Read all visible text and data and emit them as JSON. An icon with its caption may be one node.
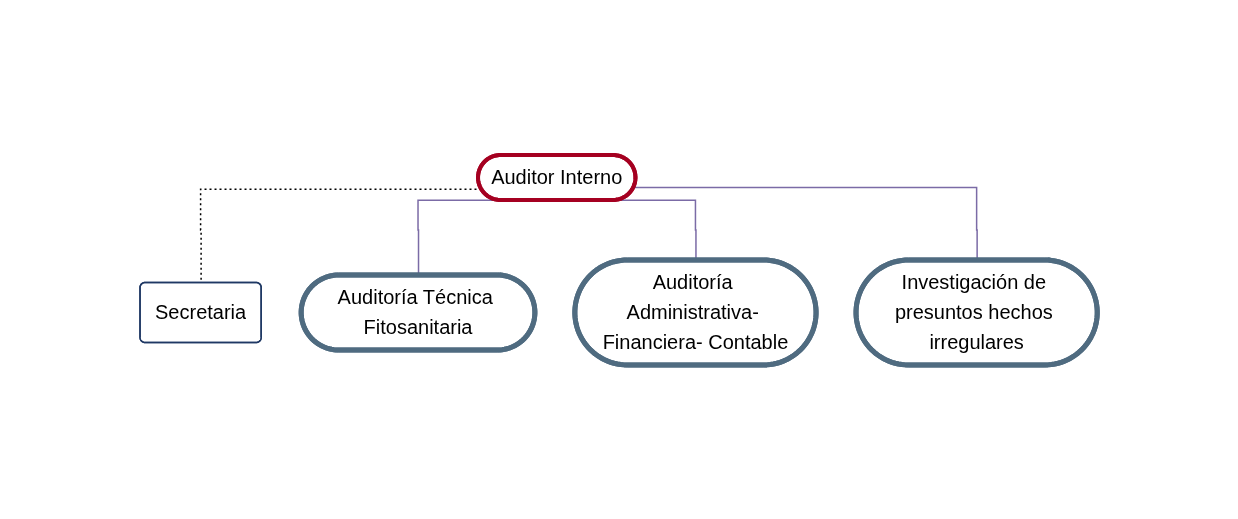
{
  "diagram": {
    "nodes": [
      {
        "text": [
          "Auditor Interno"
        ]
      },
      {
        "text": [
          "Secretaria"
        ]
      },
      {
        "text": [
          "Auditoría Técnica Fitosanitaria"
        ]
      },
      {
        "text": [
          "Auditoría Administrativa- Financiera- Contable"
        ]
      },
      {
        "text": [
          "Investigación de presuntos hechos irregulares"
        ]
      }
    ],
    "edges": [
      {
        "from": 0,
        "to": 1,
        "arrow": "none",
        "style": "dashed",
        "color": "#000000"
      },
      {
        "from": 0,
        "to": 2,
        "arrow": "none"
      },
      {
        "from": 0,
        "to": 3,
        "arrow": "none"
      },
      {
        "from": 0,
        "to": 4,
        "arrow": "none"
      }
    ]
  }
}
